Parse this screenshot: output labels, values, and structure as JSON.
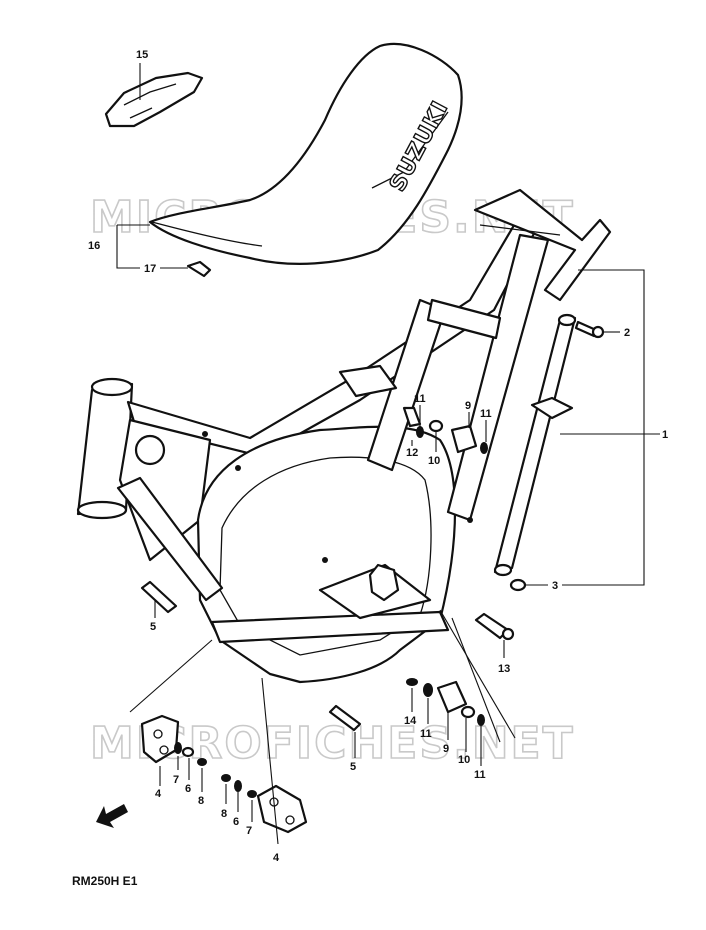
{
  "diagram": {
    "brand_text": "SUZUKI",
    "model_code": "RM250H E1",
    "watermark_top": "MICROFICHES.NET",
    "watermark_bottom": "MICROFICHES.NET",
    "callouts": {
      "c15": "15",
      "c16": "16",
      "c17": "17",
      "c2": "2",
      "c1": "1",
      "c3": "3",
      "c11a": "11",
      "c9a": "9",
      "c11b": "11",
      "c12": "12",
      "c10a": "10",
      "c5a": "5",
      "c13": "13",
      "c5b": "5",
      "c14": "14",
      "c11c": "11",
      "c9b": "9",
      "c10b": "10",
      "c11d": "11",
      "c4a": "4",
      "c7a": "7",
      "c6a": "6",
      "c8a": "8",
      "c8b": "8",
      "c6b": "6",
      "c7b": "7",
      "c4b": "4"
    }
  }
}
